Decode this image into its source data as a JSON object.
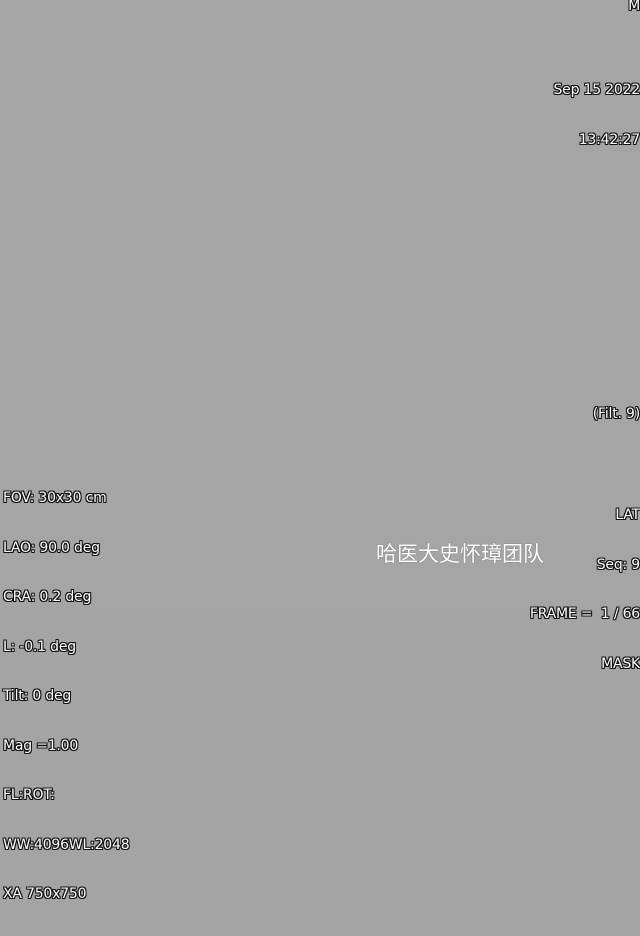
{
  "top_right": {
    "corner_id": "M",
    "date": "Sep 15 2022",
    "time": "13:42:27"
  },
  "filter_label": "(Filt. 9)",
  "bottom_left": {
    "fov": "FOV: 30x30 cm",
    "lao": "LAO: 90.0 deg",
    "cra": "CRA: 0.2 deg",
    "l": "L: -0.1 deg",
    "tilt": "Tilt: 0 deg",
    "mag": "Mag =1.00",
    "fl_rot": "FL:ROT:",
    "ww_wl": "WW:4096WL:2048",
    "matrix": "XA 750x750"
  },
  "bottom_right": {
    "view": "LAT",
    "seq": "Seq: 9",
    "frame": "FRAME =  1 / 66",
    "mask": "MASK"
  },
  "watermark": "哈医大史怀璋团队",
  "colors": {
    "background": "#a5a5a5",
    "overlay_text": "#ffffff",
    "text_outline": "#111111"
  }
}
